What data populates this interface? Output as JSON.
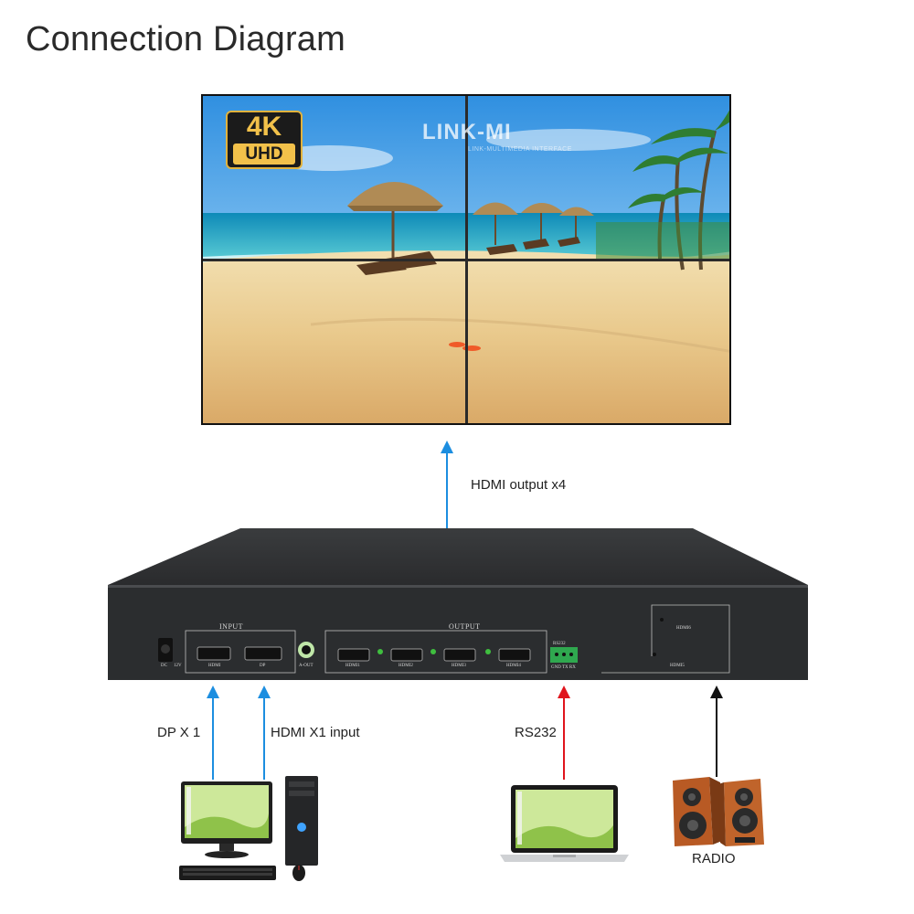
{
  "title": "Connection Diagram",
  "wall": {
    "badge_main": "4K",
    "badge_sub": "UHD",
    "watermark": "LINK-MI",
    "watermark_sub": "LINK-MULTIMEDIA INTERFACE"
  },
  "labels": {
    "hdmi_output": "HDMI output x4",
    "dp": "DP X 1",
    "hdmi_input": "HDMI X1 input",
    "rs232": "RS232",
    "radio": "RADIO"
  },
  "device": {
    "dc": "DC",
    "dc_volt": "12V",
    "input_header": "INPUT",
    "input_ports": [
      "HDMI",
      "DP"
    ],
    "audio_out": "A-OUT",
    "output_header": "OUTPUT",
    "output_ports": [
      "HDMI1",
      "HDMI2",
      "HDMI3",
      "HDMI4"
    ],
    "rs232_header": "RS232",
    "rs232_pins": "GND TX RX",
    "hdmi_out5": "HDMI5",
    "hdmi_out6": "HDMI6"
  },
  "colors": {
    "blue_arrow": "#1c8ee0",
    "red_arrow": "#e0141c",
    "black_arrow": "#111111",
    "device_body": "#2b2d2f"
  }
}
